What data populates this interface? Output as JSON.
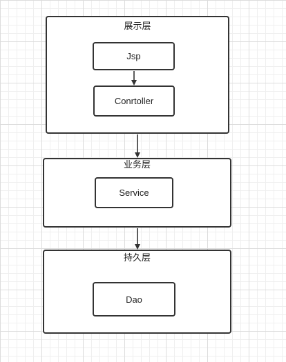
{
  "diagram": {
    "layers": [
      {
        "title": "展示层",
        "nodes": [
          "Jsp",
          "Conrtoller"
        ]
      },
      {
        "title": "业务层",
        "nodes": [
          "Service"
        ]
      },
      {
        "title": "持久层",
        "nodes": [
          "Dao"
        ]
      }
    ],
    "colors": {
      "stroke": "#333333",
      "box_fill": "#ffffff",
      "grid_major": "#dcdcdc",
      "grid_minor": "#efefef"
    }
  }
}
